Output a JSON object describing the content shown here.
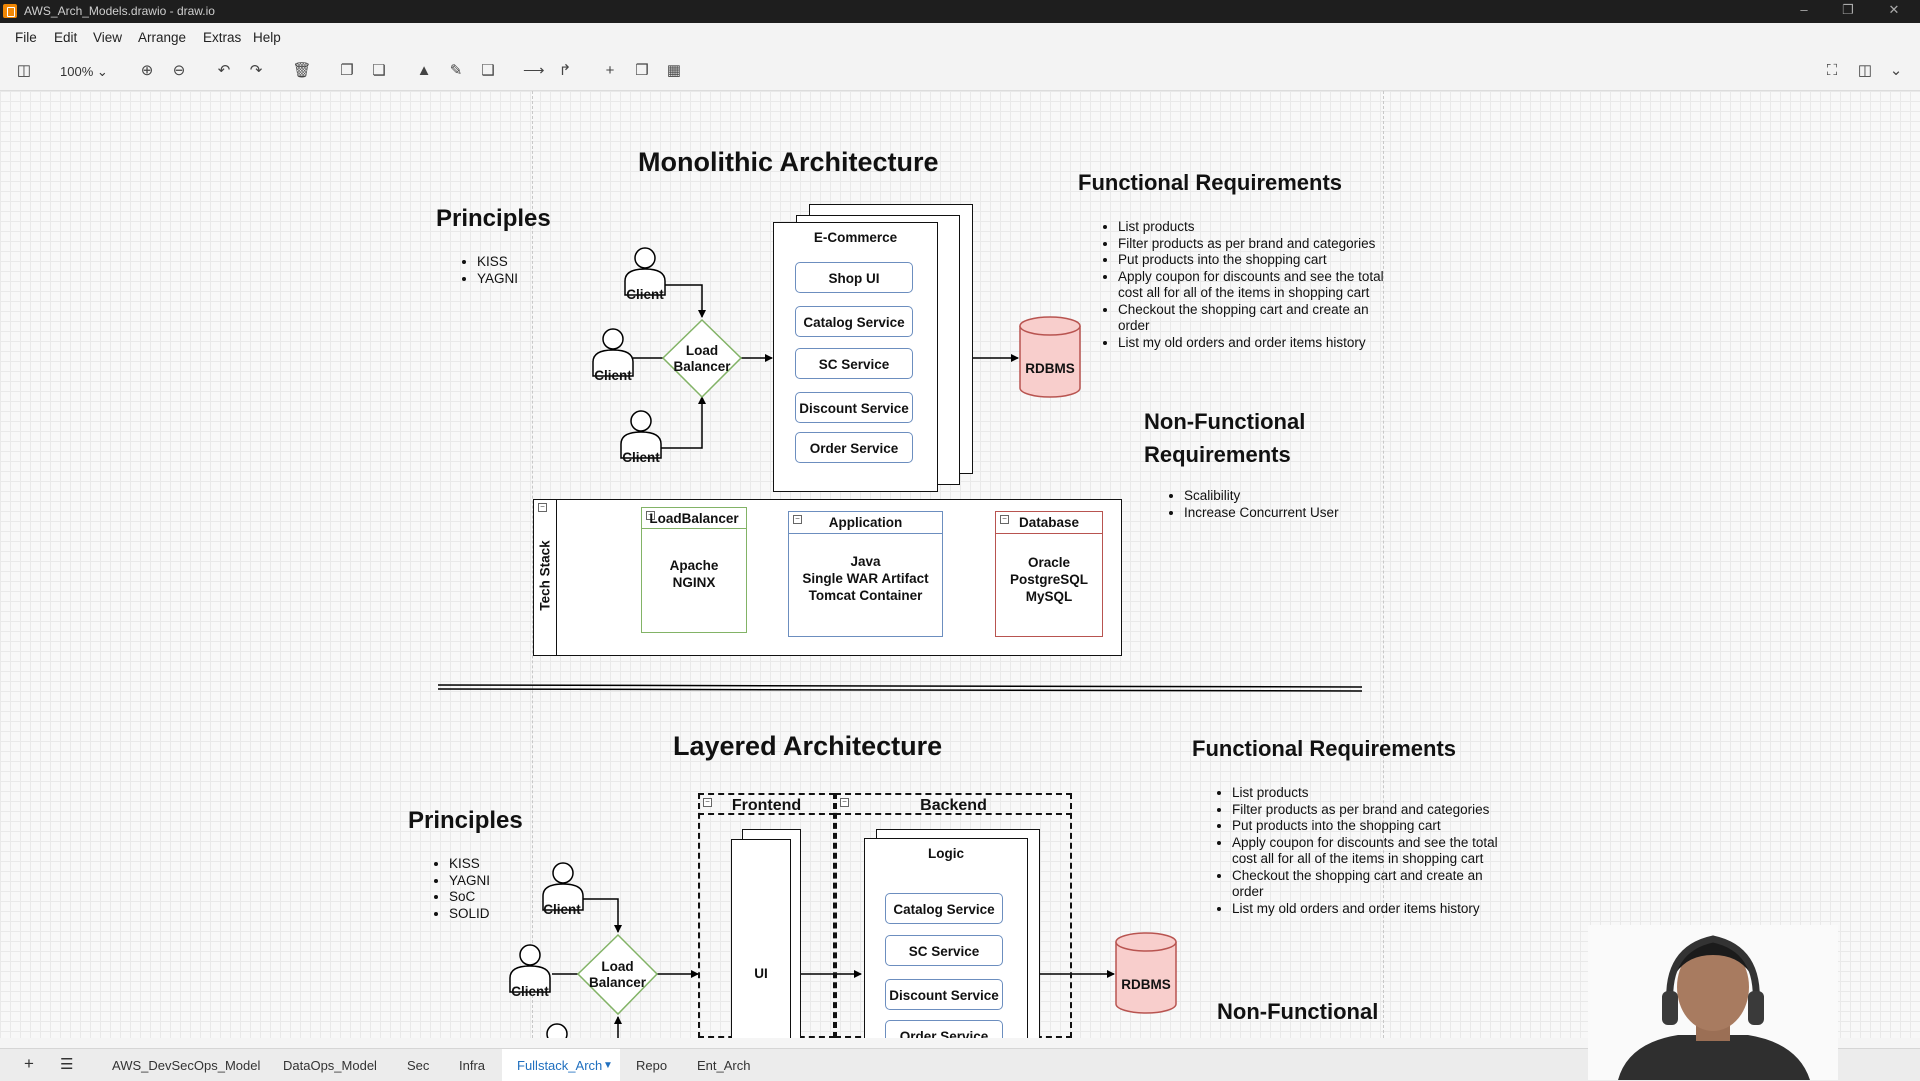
{
  "window": {
    "title": "AWS_Arch_Models.drawio - draw.io"
  },
  "menu": [
    "File",
    "Edit",
    "View",
    "Arrange",
    "Extras",
    "Help"
  ],
  "toolbar": {
    "zoom": "100%"
  },
  "monolithic": {
    "title": "Monolithic Architecture",
    "principles_title": "Principles",
    "principles": [
      "KISS",
      "YAGNI"
    ],
    "clients": [
      "Client",
      "Client",
      "Client"
    ],
    "load_balancer": "Load Balancer",
    "app_title": "E-Commerce",
    "services": [
      "Shop UI",
      "Catalog Service",
      "SC Service",
      "Discount Service",
      "Order Service"
    ],
    "db": "RDBMS",
    "func_title": "Functional Requirements",
    "func_reqs": [
      "List products",
      "Filter products as per brand and categories",
      "Put products into the shopping cart",
      "Apply coupon for discounts and see the total cost all for all of the items in shopping cart",
      "Checkout the shopping cart and create an order",
      "List my old orders and order items history"
    ],
    "nonfunc_title": "Non-Functional Requirements",
    "nonfunc_reqs": [
      "Scalibility",
      "Increase Concurrent User"
    ],
    "tech_stack": {
      "label": "Tech Stack",
      "lb": {
        "title": "LoadBalancer",
        "items": "Apache\nNGINX"
      },
      "app": {
        "title": "Application",
        "items": "Java\nSingle WAR Artifact\nTomcat Container"
      },
      "db": {
        "title": "Database",
        "items": "Oracle\nPostgreSQL\nMySQL"
      }
    }
  },
  "layered": {
    "title": "Layered Architecture",
    "principles_title": "Principles",
    "principles": [
      "KISS",
      "YAGNI",
      "SoC",
      "SOLID"
    ],
    "clients": [
      "Client",
      "Client"
    ],
    "load_balancer": "Load Balancer",
    "frontend": "Frontend",
    "backend": "Backend",
    "ui": "UI",
    "logic": "Logic",
    "services": [
      "Catalog Service",
      "SC Service",
      "Discount Service",
      "Order Service"
    ],
    "db": "RDBMS",
    "func_title": "Functional Requirements",
    "func_reqs": [
      "List products",
      "Filter products as per brand and categories",
      "Put products into the shopping cart",
      "Apply coupon for discounts and see the total cost all for all of the items in shopping cart",
      "Checkout the shopping cart and create an order",
      "List my old orders and order items history"
    ],
    "nonfunc_title": "Non-Functional"
  },
  "pages": [
    "AWS_DevSecOps_Model",
    "DataOps_Model",
    "Sec",
    "Infra",
    "Fullstack_Arch",
    "Repo",
    "Ent_Arch"
  ],
  "active_page": "Fullstack_Arch",
  "colors": {
    "service_border": "#6c8ebf",
    "lb_green": "#82b366",
    "db_red": "#b85450",
    "db_fill": "#f8cecc",
    "active_tab": "#1f6fbf"
  }
}
